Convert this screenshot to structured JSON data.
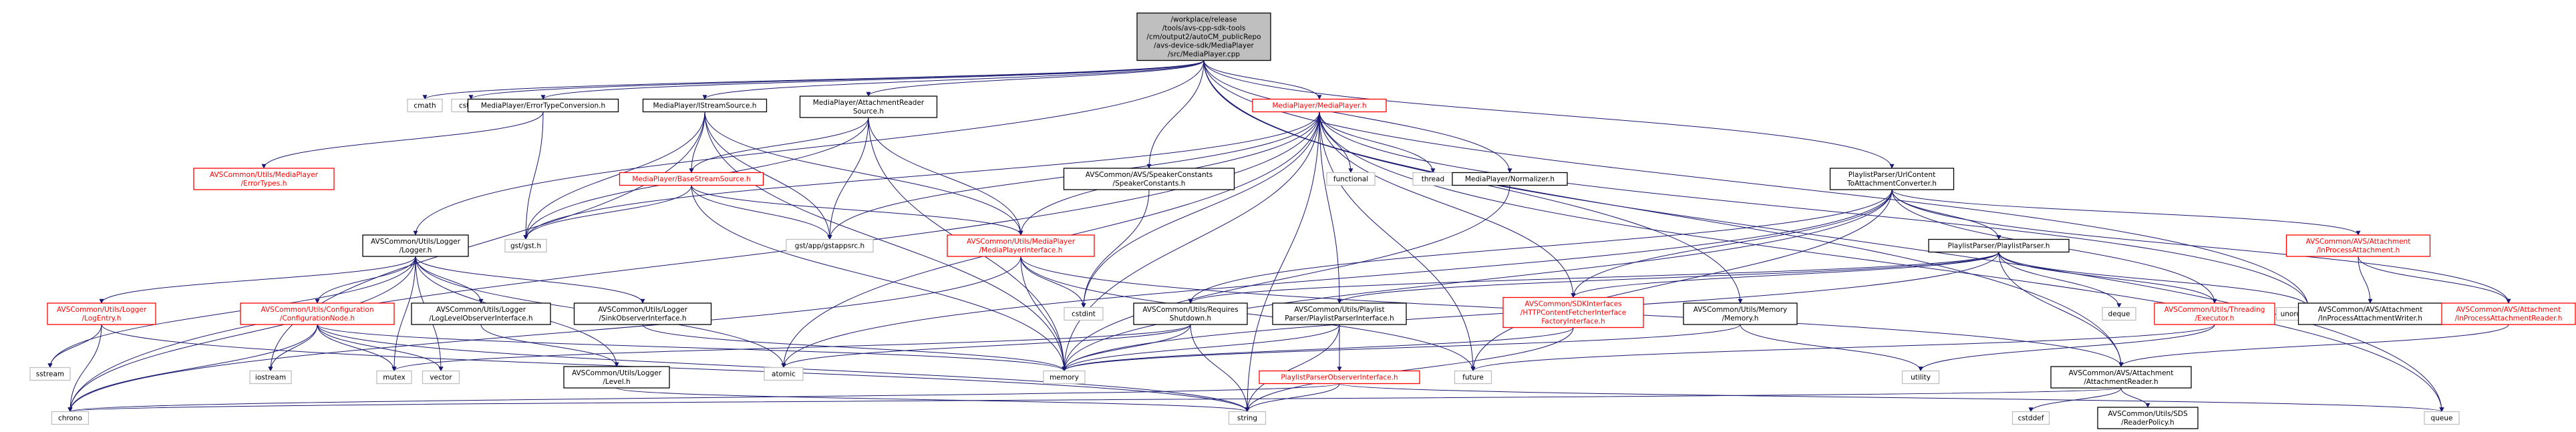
{
  "colors": {
    "edge": "#191970",
    "root_fill": "#bfbfbf",
    "box_stroke_black": "#000000",
    "box_stroke_red": "#ff0000",
    "box_stroke_grey": "#bfbfbf",
    "text_black": "#000000",
    "text_red": "#ff0000"
  },
  "nodes": [
    {
      "id": "root",
      "lines": [
        "/workplace/release",
        "/tools/avs-cpp-sdk-tools",
        "/cm/output2/autoCM_publicRepo",
        "/avs-device-sdk/MediaPlayer",
        "/src/MediaPlayer.cpp"
      ],
      "style": "root"
    },
    {
      "id": "cmath",
      "lines": [
        "cmath"
      ],
      "style": "grey"
    },
    {
      "id": "cstring",
      "lines": [
        "cstring"
      ],
      "style": "grey"
    },
    {
      "id": "errconv",
      "lines": [
        "MediaPlayer/ErrorTypeConversion.h"
      ],
      "style": "black"
    },
    {
      "id": "iss",
      "lines": [
        "MediaPlayer/IStreamSource.h"
      ],
      "style": "black"
    },
    {
      "id": "attreader",
      "lines": [
        "MediaPlayer/AttachmentReader",
        "Source.h"
      ],
      "style": "black"
    },
    {
      "id": "mph",
      "lines": [
        "MediaPlayer/MediaPlayer.h"
      ],
      "style": "red"
    },
    {
      "id": "functional",
      "lines": [
        "functional"
      ],
      "style": "grey"
    },
    {
      "id": "thread",
      "lines": [
        "thread"
      ],
      "style": "grey"
    },
    {
      "id": "normalizer",
      "lines": [
        "MediaPlayer/Normalizer.h"
      ],
      "style": "black"
    },
    {
      "id": "speakerconst",
      "lines": [
        "AVSCommon/AVS/SpeakerConstants",
        "/SpeakerConstants.h"
      ],
      "style": "black"
    },
    {
      "id": "plconv",
      "lines": [
        "PlaylistParser/UrlContent",
        "ToAttachmentConverter.h"
      ],
      "style": "black"
    },
    {
      "id": "errtypes",
      "lines": [
        "AVSCommon/Utils/MediaPlayer",
        "/ErrorTypes.h"
      ],
      "style": "red"
    },
    {
      "id": "basestream",
      "lines": [
        "MediaPlayer/BaseStreamSource.h"
      ],
      "style": "red"
    },
    {
      "id": "logger",
      "lines": [
        "AVSCommon/Utils/Logger",
        "/Logger.h"
      ],
      "style": "black"
    },
    {
      "id": "gstgst",
      "lines": [
        "gst/gst.h"
      ],
      "style": "grey"
    },
    {
      "id": "gstapp",
      "lines": [
        "gst/app/gstappsrc.h"
      ],
      "style": "grey"
    },
    {
      "id": "mpi",
      "lines": [
        "AVSCommon/Utils/MediaPlayer",
        "/MediaPlayerInterface.h"
      ],
      "style": "red"
    },
    {
      "id": "cstdint",
      "lines": [
        "cstdint"
      ],
      "style": "grey"
    },
    {
      "id": "ppparser",
      "lines": [
        "PlaylistParser/PlaylistParser.h"
      ],
      "style": "black"
    },
    {
      "id": "ipattach",
      "lines": [
        "AVSCommon/AVS/Attachment",
        "/InProcessAttachment.h"
      ],
      "style": "red"
    },
    {
      "id": "logentry",
      "lines": [
        "AVSCommon/Utils/Logger",
        "/LogEntry.h"
      ],
      "style": "red"
    },
    {
      "id": "confnode",
      "lines": [
        "AVSCommon/Utils/Configuration",
        "/ConfigurationNode.h"
      ],
      "style": "red"
    },
    {
      "id": "loglevelobs",
      "lines": [
        "AVSCommon/Utils/Logger",
        "/LogLevelObserverInterface.h"
      ],
      "style": "black"
    },
    {
      "id": "sinkobs",
      "lines": [
        "AVSCommon/Utils/Logger",
        "/SinkObserverInterface.h"
      ],
      "style": "black"
    },
    {
      "id": "reqshut",
      "lines": [
        "AVSCommon/Utils/Requires",
        "Shutdown.h"
      ],
      "style": "black"
    },
    {
      "id": "ppi",
      "lines": [
        "AVSCommon/Utils/Playlist",
        "Parser/PlaylistParserInterface.h"
      ],
      "style": "black"
    },
    {
      "id": "httpfetch",
      "lines": [
        "AVSCommon/SDKInterfaces",
        "/HTTPContentFetcherInterface",
        "FactoryInterface.h"
      ],
      "style": "red"
    },
    {
      "id": "memoryh",
      "lines": [
        "AVSCommon/Utils/Memory",
        "/Memory.h"
      ],
      "style": "black"
    },
    {
      "id": "deque",
      "lines": [
        "deque"
      ],
      "style": "grey"
    },
    {
      "id": "executor",
      "lines": [
        "AVSCommon/Utils/Threading",
        "/Executor.h"
      ],
      "style": "red"
    },
    {
      "id": "unordmap",
      "lines": [
        "unordered_map"
      ],
      "style": "grey"
    },
    {
      "id": "ipawriter",
      "lines": [
        "AVSCommon/AVS/Attachment",
        "/InProcessAttachmentWriter.h"
      ],
      "style": "black"
    },
    {
      "id": "ipareader",
      "lines": [
        "AVSCommon/AVS/Attachment",
        "/InProcessAttachmentReader.h"
      ],
      "style": "red"
    },
    {
      "id": "sstream",
      "lines": [
        "sstream"
      ],
      "style": "grey"
    },
    {
      "id": "iostream",
      "lines": [
        "iostream"
      ],
      "style": "grey"
    },
    {
      "id": "mutex",
      "lines": [
        "mutex"
      ],
      "style": "grey"
    },
    {
      "id": "vector",
      "lines": [
        "vector"
      ],
      "style": "grey"
    },
    {
      "id": "level",
      "lines": [
        "AVSCommon/Utils/Logger",
        "/Level.h"
      ],
      "style": "black"
    },
    {
      "id": "atomic",
      "lines": [
        "atomic"
      ],
      "style": "grey"
    },
    {
      "id": "memory",
      "lines": [
        "memory"
      ],
      "style": "grey"
    },
    {
      "id": "ppobs",
      "lines": [
        "PlaylistParserObserverInterface.h"
      ],
      "style": "red"
    },
    {
      "id": "future",
      "lines": [
        "future"
      ],
      "style": "grey"
    },
    {
      "id": "utility",
      "lines": [
        "utility"
      ],
      "style": "grey"
    },
    {
      "id": "attreaderh",
      "lines": [
        "AVSCommon/AVS/Attachment",
        "/AttachmentReader.h"
      ],
      "style": "black"
    },
    {
      "id": "queue",
      "lines": [
        "queue"
      ],
      "style": "grey"
    },
    {
      "id": "chrono",
      "lines": [
        "chrono"
      ],
      "style": "grey"
    },
    {
      "id": "string",
      "lines": [
        "string"
      ],
      "style": "grey"
    },
    {
      "id": "cstddef",
      "lines": [
        "cstddef"
      ],
      "style": "grey"
    },
    {
      "id": "readerpolicy",
      "lines": [
        "AVSCommon/Utils/SDS",
        "/ReaderPolicy.h"
      ],
      "style": "black"
    }
  ],
  "edges": [
    [
      "root",
      "cmath"
    ],
    [
      "root",
      "cstring"
    ],
    [
      "root",
      "errconv"
    ],
    [
      "root",
      "iss"
    ],
    [
      "root",
      "attreader"
    ],
    [
      "root",
      "mph"
    ],
    [
      "root",
      "normalizer"
    ],
    [
      "root",
      "speakerconst"
    ],
    [
      "root",
      "plconv"
    ],
    [
      "root",
      "logger"
    ],
    [
      "root",
      "memoryh"
    ],
    [
      "root",
      "unordmap"
    ],
    [
      "root",
      "attreaderh"
    ],
    [
      "root",
      "queue"
    ],
    [
      "errconv",
      "errtypes"
    ],
    [
      "errconv",
      "gstgst"
    ],
    [
      "iss",
      "basestream"
    ],
    [
      "iss",
      "gstgst"
    ],
    [
      "iss",
      "gstapp"
    ],
    [
      "iss",
      "mpi"
    ],
    [
      "iss",
      "iostream"
    ],
    [
      "iss",
      "memory"
    ],
    [
      "attreader",
      "basestream"
    ],
    [
      "attreader",
      "gstgst"
    ],
    [
      "attreader",
      "gstapp"
    ],
    [
      "attreader",
      "mpi"
    ],
    [
      "attreader",
      "memory"
    ],
    [
      "mph",
      "functional"
    ],
    [
      "mph",
      "thread"
    ],
    [
      "mph",
      "gstgst"
    ],
    [
      "mph",
      "gstapp"
    ],
    [
      "mph",
      "mpi"
    ],
    [
      "mph",
      "cstdint"
    ],
    [
      "mph",
      "ppi"
    ],
    [
      "mph",
      "httpfetch"
    ],
    [
      "mph",
      "atomic"
    ],
    [
      "mph",
      "memory"
    ],
    [
      "mph",
      "future"
    ],
    [
      "mph",
      "string"
    ],
    [
      "mph",
      "queue"
    ],
    [
      "mph",
      "chrono"
    ],
    [
      "mph",
      "unordmap"
    ],
    [
      "speakerconst",
      "cstdint"
    ],
    [
      "normalizer",
      "memory"
    ],
    [
      "plconv",
      "ppparser"
    ],
    [
      "plconv",
      "ipattach"
    ],
    [
      "plconv",
      "ipareader"
    ],
    [
      "plconv",
      "executor"
    ],
    [
      "plconv",
      "httpfetch"
    ],
    [
      "plconv",
      "reqshut"
    ],
    [
      "plconv",
      "memory"
    ],
    [
      "plconv",
      "future"
    ],
    [
      "plconv",
      "atomic"
    ],
    [
      "basestream",
      "gstgst"
    ],
    [
      "basestream",
      "gstapp"
    ],
    [
      "basestream",
      "mpi"
    ],
    [
      "basestream",
      "memory"
    ],
    [
      "logger",
      "logentry"
    ],
    [
      "logger",
      "confnode"
    ],
    [
      "logger",
      "loglevelobs"
    ],
    [
      "logger",
      "sinkobs"
    ],
    [
      "logger",
      "level"
    ],
    [
      "logger",
      "sstream"
    ],
    [
      "logger",
      "mutex"
    ],
    [
      "logger",
      "vector"
    ],
    [
      "logger",
      "atomic"
    ],
    [
      "logger",
      "chrono"
    ],
    [
      "mpi",
      "cstdint"
    ],
    [
      "mpi",
      "memory"
    ],
    [
      "mpi",
      "future"
    ],
    [
      "mpi",
      "chrono"
    ],
    [
      "mpi",
      "attreaderh"
    ],
    [
      "ppparser",
      "deque"
    ],
    [
      "ppparser",
      "executor"
    ],
    [
      "ppparser",
      "unordmap"
    ],
    [
      "ppparser",
      "reqshut"
    ],
    [
      "ppparser",
      "ppi"
    ],
    [
      "ppparser",
      "httpfetch"
    ],
    [
      "ppparser",
      "attreaderh"
    ],
    [
      "ppparser",
      "memory"
    ],
    [
      "ipattach",
      "ipawriter"
    ],
    [
      "ipattach",
      "ipareader"
    ],
    [
      "logentry",
      "sstream"
    ],
    [
      "logentry",
      "chrono"
    ],
    [
      "logentry",
      "string"
    ],
    [
      "confnode",
      "iostream"
    ],
    [
      "confnode",
      "mutex"
    ],
    [
      "confnode",
      "vector"
    ],
    [
      "confnode",
      "memory"
    ],
    [
      "confnode",
      "string"
    ],
    [
      "confnode",
      "chrono"
    ],
    [
      "loglevelobs",
      "level"
    ],
    [
      "sinkobs",
      "memory"
    ],
    [
      "reqshut",
      "atomic"
    ],
    [
      "reqshut",
      "memory"
    ],
    [
      "reqshut",
      "mutex"
    ],
    [
      "reqshut",
      "string"
    ],
    [
      "ppi",
      "ppobs"
    ],
    [
      "ppi",
      "memory"
    ],
    [
      "ppi",
      "string"
    ],
    [
      "httpfetch",
      "memory"
    ],
    [
      "httpfetch",
      "string"
    ],
    [
      "memoryh",
      "memory"
    ],
    [
      "memoryh",
      "utility"
    ],
    [
      "executor",
      "future"
    ],
    [
      "executor",
      "utility"
    ],
    [
      "ipareader",
      "attreaderh"
    ],
    [
      "level",
      "string"
    ],
    [
      "ppobs",
      "chrono"
    ],
    [
      "ppobs",
      "string"
    ],
    [
      "ppobs",
      "queue"
    ],
    [
      "attreaderh",
      "cstddef"
    ],
    [
      "attreaderh",
      "readerpolicy"
    ],
    [
      "attreaderh",
      "chrono"
    ]
  ]
}
